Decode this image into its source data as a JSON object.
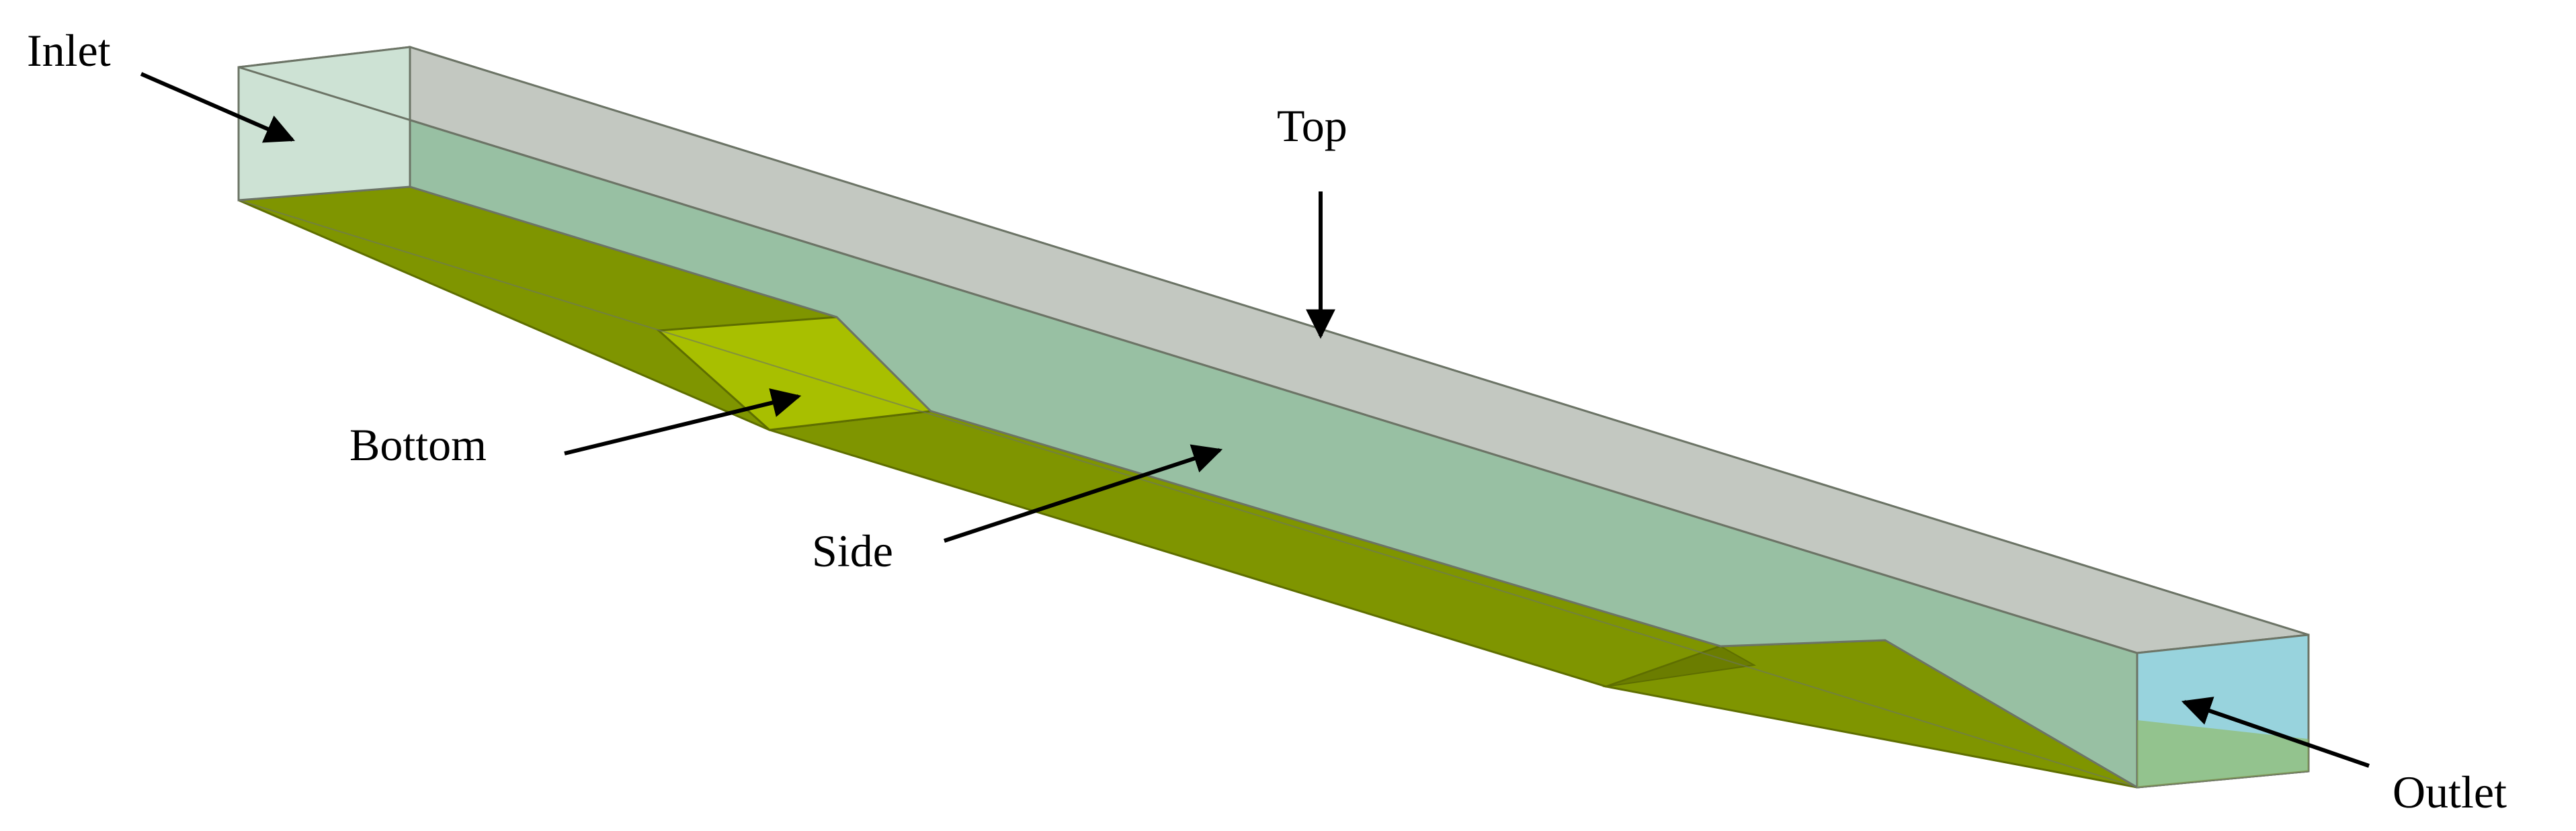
{
  "labels": {
    "inlet": "Inlet",
    "top": "Top",
    "bottom": "Bottom",
    "side": "Side",
    "outlet": "Outlet"
  },
  "colors": {
    "background": "#ffffff",
    "top_face": "#c3c8c1",
    "side_face": "#98c0a3",
    "inlet_face": "#cde2d4",
    "outlet_face": "#98d3dd",
    "bottom_dark": "#7f9500",
    "bottom_ramp": "#a8bf00",
    "edge": "#6c7466",
    "arrow": "#000000"
  }
}
